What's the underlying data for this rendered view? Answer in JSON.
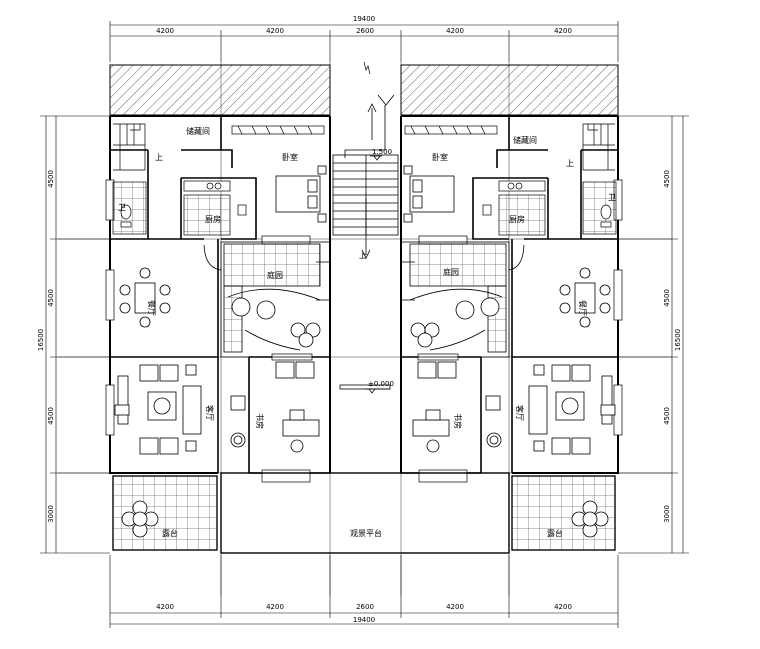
{
  "dimensions": {
    "top_segments": [
      "4200",
      "4200",
      "2600",
      "4200",
      "4200"
    ],
    "top_total": "19400",
    "bottom_segments": [
      "4200",
      "4200",
      "2600",
      "4200",
      "4200"
    ],
    "bottom_total": "19400",
    "left_segments": [
      "4500",
      "4500",
      "4500",
      "3000"
    ],
    "left_total": "16500",
    "right_segments": [
      "4500",
      "4500",
      "4500",
      "3000"
    ],
    "right_total": "16500"
  },
  "rooms": {
    "bedroom_left": "卧室",
    "bedroom_right": "卧室",
    "storage_left": "储藏间",
    "storage_right": "储藏间",
    "kitchen_left": "厨房",
    "kitchen_right": "厨房",
    "wc_left": "卫",
    "wc_right": "卫",
    "courtyard_left": "庭园",
    "courtyard_right": "庭园",
    "dining_left": "餐厅",
    "dining_right": "餐厅",
    "living_left": "客厅",
    "living_right": "客厅",
    "study_left": "书房",
    "study_right": "书房",
    "terrace_left": "露台",
    "terrace_right": "露台",
    "view_platform": "观景平台"
  },
  "levels": {
    "stair_landing": "1.500",
    "entrance": "±0.000"
  },
  "stair_labels": {
    "up_center": "上",
    "up_left": "上",
    "up_right": "上"
  },
  "colors": {
    "line": "#000000",
    "paper": "#ffffff"
  }
}
